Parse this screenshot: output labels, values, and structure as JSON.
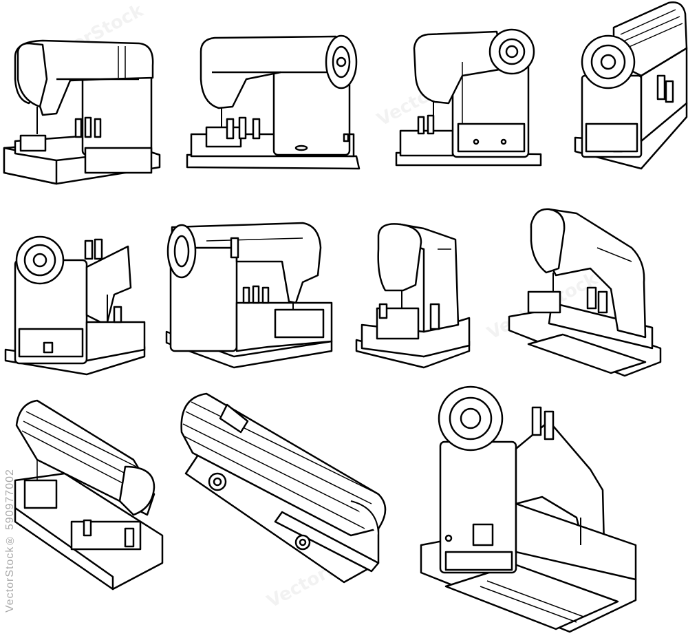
{
  "watermark": {
    "side_text": "VectorStock®  590977002",
    "tile_text": "VectorStock"
  },
  "style": {
    "ink": "#000000",
    "paper": "#ffffff"
  },
  "machines": [
    {
      "view": "front-left",
      "icon": "sewing-machine-icon"
    },
    {
      "view": "front",
      "icon": "sewing-machine-icon"
    },
    {
      "view": "right-front",
      "icon": "sewing-machine-icon"
    },
    {
      "view": "right",
      "icon": "sewing-machine-icon"
    },
    {
      "view": "right-back",
      "icon": "sewing-machine-icon"
    },
    {
      "view": "back",
      "icon": "sewing-machine-icon"
    },
    {
      "view": "left-side",
      "icon": "sewing-machine-icon"
    },
    {
      "view": "bottom-left",
      "icon": "sewing-machine-icon"
    },
    {
      "view": "top-left",
      "icon": "sewing-machine-icon"
    },
    {
      "view": "top",
      "icon": "sewing-machine-icon"
    },
    {
      "view": "bottom-right",
      "icon": "sewing-machine-icon"
    }
  ]
}
